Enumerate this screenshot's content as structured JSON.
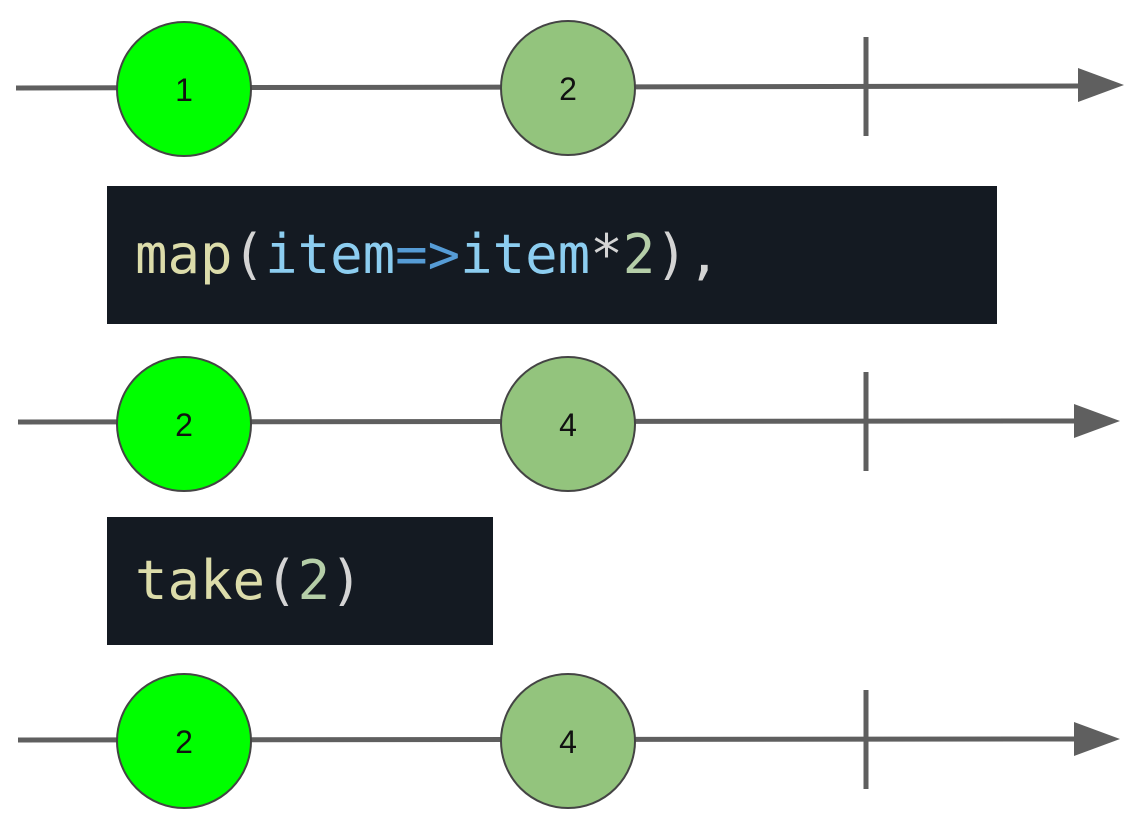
{
  "colors": {
    "line": "#5f5f5f",
    "marble_first": "#00ff00",
    "marble_second": "#93c47d",
    "marble_stroke": "#444444",
    "code_bg": "#141a22"
  },
  "timelines": [
    {
      "marbles": [
        {
          "label": "1",
          "color": "marble_first"
        },
        {
          "label": "2",
          "color": "marble_second"
        }
      ]
    },
    {
      "marbles": [
        {
          "label": "2",
          "color": "marble_first"
        },
        {
          "label": "4",
          "color": "marble_second"
        }
      ]
    },
    {
      "marbles": [
        {
          "label": "2",
          "color": "marble_first"
        },
        {
          "label": "4",
          "color": "marble_second"
        }
      ]
    }
  ],
  "operators": {
    "map": {
      "fn": "map",
      "open": "(",
      "param": "item",
      "arrow": "=>",
      "body_var": "item",
      "op": "*",
      "num": "2",
      "close": "),"
    },
    "take": {
      "fn": "take",
      "open": "(",
      "num": "2",
      "close": ")"
    }
  }
}
